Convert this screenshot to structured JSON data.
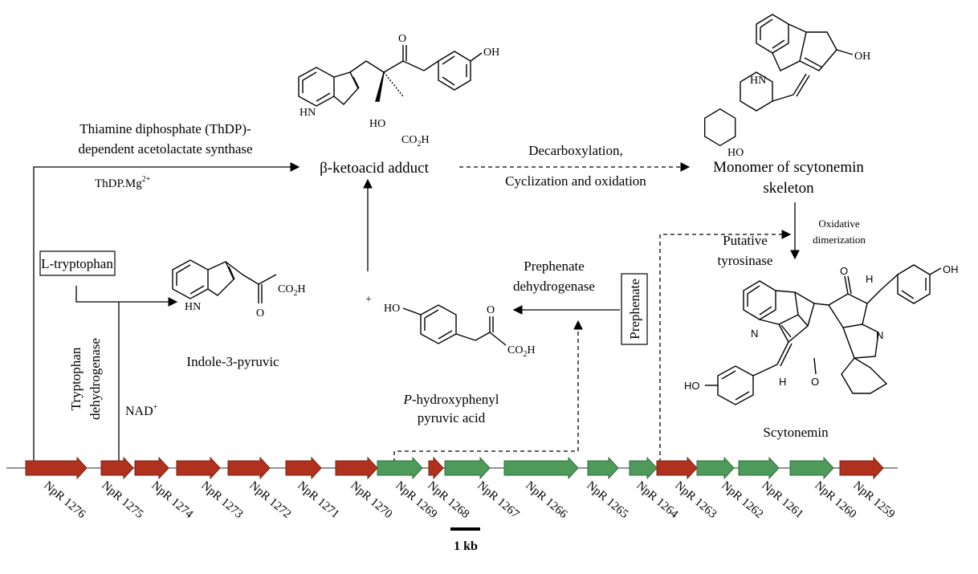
{
  "labels": {
    "enzyme_thdp_1": "Thiamine diphosphate (ThDP)-",
    "enzyme_thdp_2": "dependent acetolactate synthase",
    "cofactor_thdp": "ThDP.Mg",
    "cofactor_thdp_sup": "2+",
    "beta_ketoacid": "β-ketoacid adduct",
    "step_decarb_1": "Decarboxylation,",
    "step_decarb_2": "Cyclization and oxidation",
    "monomer_1": "Monomer of scytonemin",
    "monomer_2": "skeleton",
    "oxidative_1": "Oxidative",
    "oxidative_2": "dimerization",
    "tyrosinase_1": "Putative",
    "tyrosinase_2": "tyrosinase",
    "l_tryptophan": "L-tryptophan",
    "trp_dehydrogenase_1": "Tryptophan",
    "trp_dehydrogenase_2": "dehydrogenase",
    "nad": "NAD",
    "nad_sup": "+",
    "indole_pyruvic": "Indole-3-pyruvic",
    "prephenate_dh_1": "Prephenate",
    "prephenate_dh_2": "dehydrogenase",
    "prephenate": "Prephenate",
    "hpp_1_italic": "P",
    "hpp_1_rest": "-hydroxyphenyl",
    "hpp_2": "pyruvic acid",
    "scytonemin": "Scytonemin",
    "plus": "+",
    "scale_bar": "1 kb"
  },
  "chem": {
    "hn": "HN",
    "ho": "HO",
    "oh": "OH",
    "o": "O",
    "n": "N",
    "h": "H",
    "co2h": "CO",
    "co2h_sub": "2",
    "co2h_end": "H"
  },
  "genes": [
    {
      "label": "NpR 1276",
      "color": "red"
    },
    {
      "label": "NpR 1275",
      "color": "red"
    },
    {
      "label": "NpR 1274",
      "color": "red"
    },
    {
      "label": "NpR 1273",
      "color": "red"
    },
    {
      "label": "NpR 1272",
      "color": "red"
    },
    {
      "label": "NpR 1271",
      "color": "red"
    },
    {
      "label": "NpR 1270",
      "color": "red"
    },
    {
      "label": "NpR 1269",
      "color": "green"
    },
    {
      "label": "NpR 1268",
      "color": "red"
    },
    {
      "label": "NpR 1267",
      "color": "green"
    },
    {
      "label": "NpR 1266",
      "color": "green"
    },
    {
      "label": "NpR 1265",
      "color": "green"
    },
    {
      "label": "NpR 1264",
      "color": "green"
    },
    {
      "label": "NpR 1263",
      "color": "red"
    },
    {
      "label": "NpR 1262",
      "color": "green"
    },
    {
      "label": "NpR 1261",
      "color": "green"
    },
    {
      "label": "NpR 1260",
      "color": "green"
    },
    {
      "label": "NpR 1259",
      "color": "red"
    }
  ],
  "colors": {
    "red": "#b0321e",
    "red_edge": "#7a1e10",
    "green": "#4e9a5a",
    "green_edge": "#2f6e3a"
  }
}
